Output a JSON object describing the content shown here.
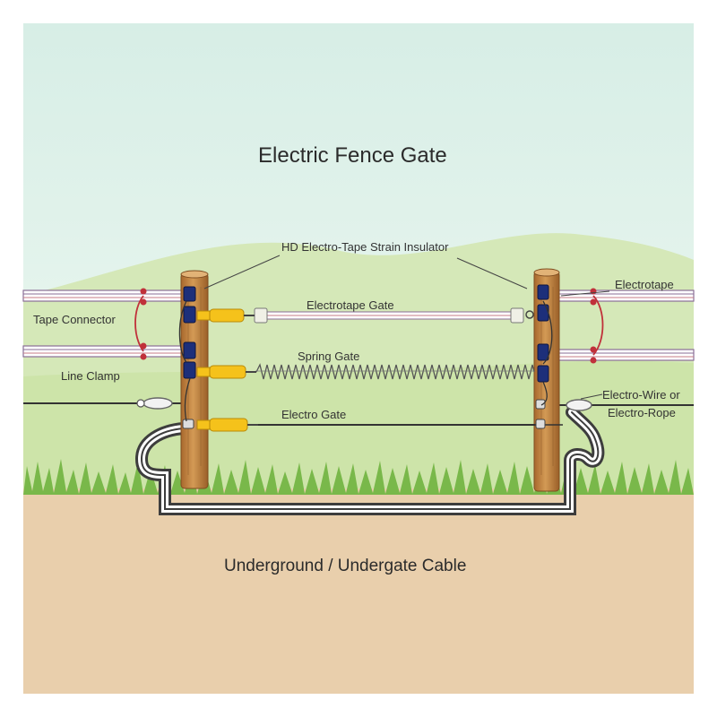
{
  "title": "Electric Fence Gate",
  "subtitle": "Underground / Undergate Cable",
  "labels": {
    "strain_insulator": "HD Electro-Tape Strain Insulator",
    "electrotape_gate": "Electrotape Gate",
    "spring_gate": "Spring Gate",
    "electro_gate": "Electro Gate",
    "tape_connector": "Tape Connector",
    "line_clamp": "Line Clamp",
    "electrotape": "Electrotape",
    "electro_wire_line1": "Electro-Wire or",
    "electro_wire_line2": "Electro-Rope"
  },
  "colors": {
    "sky_top": "#d7eee6",
    "sky_bottom": "#eef8f1",
    "hill": "#d5e8b8",
    "ground": "#e9cfac",
    "grass": "#79b84a",
    "post": "#c58a43",
    "handle": "#f5c21b",
    "insulator": "#1d2f7a",
    "connector": "#c0303a",
    "tape": "#8a6e96"
  }
}
